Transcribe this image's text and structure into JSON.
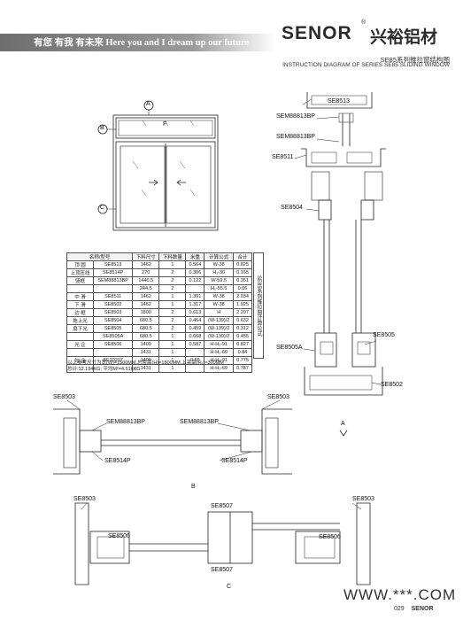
{
  "header": {
    "tagline": "有您 有我 有未来  Here you and I dream up our future",
    "brand": "SENOR",
    "brand_reg": "®",
    "brand_cn": "兴裕铝材"
  },
  "title": {
    "cn": "SE85系列推拉窗结构图",
    "en": "INSTRUCTION DIAGRAM OF SERIES SE85 SLIDING WINDOW"
  },
  "elevation": {
    "labels": [
      "A",
      "B",
      "F",
      "C"
    ]
  },
  "table": {
    "headers": [
      "名称/型号",
      "下料尺寸",
      "下料数量",
      "米重",
      "计算公式",
      "合计"
    ],
    "rows": [
      [
        "顶 圆",
        "SE8513",
        "1462",
        "1",
        "0.564",
        "W-38",
        "0.825"
      ],
      [
        "上顶压线",
        "SE8514P",
        "270",
        "2",
        "0.306",
        "H₁-30",
        "0.165"
      ],
      [
        "竖框",
        "SEM88813BP",
        "1440.5",
        "2",
        "0.122",
        "W-59.5",
        "0.351"
      ],
      [
        "",
        "",
        "244.5",
        "2",
        "",
        "H₁-55.5",
        "0.06"
      ],
      [
        "中 滑",
        "SE8511",
        "1462",
        "1",
        "1.391",
        "W-38",
        "2.034"
      ],
      [
        "下 滑",
        "SE8502",
        "1462",
        "1",
        "1.317",
        "W-38",
        "1.925"
      ],
      [
        "边 框",
        "SE8503",
        "1800",
        "2",
        "0.613",
        "H",
        "2.207"
      ],
      [
        "拖上光",
        "SE8504",
        "680.5",
        "2",
        "0.464",
        "(W-139)/2",
        "0.632"
      ],
      [
        "扇下光",
        "SE8505",
        "680.5",
        "2",
        "0.459",
        "(W-139)/2",
        "0.312"
      ],
      [
        "",
        "SE8505A",
        "680.5",
        "1",
        "0.668",
        "(W-139)/2",
        "0.455"
      ],
      [
        "光 企",
        "SE8506",
        "1409",
        "1",
        "0.587",
        "H-H₁-91",
        "0.827"
      ],
      [
        "",
        "",
        "1431",
        "1",
        "",
        "H-H₁-69",
        "0.84"
      ],
      [
        "勾 企",
        "SE10207",
        "1409",
        "1",
        "0.55",
        "H-H₁-91",
        "0.775"
      ],
      [
        "",
        "",
        "1431",
        "1",
        "",
        "H-H₁-69",
        "0.787"
      ]
    ],
    "side_label": "SE85系列推拉窗计算公式",
    "foot1": "以上参考尺寸为宽(W)=1500MM,总窗高(H)=1800MM,上亮高(H₁)=300MM",
    "foot2": "总计:12.194KG; 平均M²=4.516KG"
  },
  "section_a": {
    "labels": [
      "SE8513",
      "SEM88813BP",
      "SEM88813BP",
      "SE8511",
      "SE8504",
      "SE8505A",
      "SE8505",
      "SE8502"
    ],
    "caption": "A"
  },
  "section_b": {
    "labels": [
      "SE8503",
      "SE8503",
      "SEM88813BP",
      "SEM88813BP",
      "SE8514P",
      "SE8514P"
    ],
    "caption": "B"
  },
  "section_c": {
    "labels": [
      "SE8503",
      "SE8503",
      "SE8507",
      "SE8506",
      "SE8506",
      "SE8507"
    ],
    "caption": "C"
  },
  "footer": {
    "page": "029",
    "brand": "SENOR",
    "watermark": "WWW.***.COM"
  }
}
